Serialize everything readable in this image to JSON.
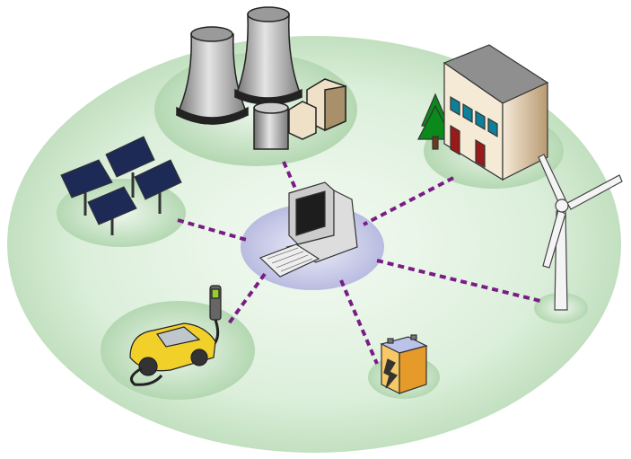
{
  "diagram": {
    "type": "smart-grid-network",
    "nodes": [
      {
        "id": "power-plant",
        "icon": "cooling-tower-icon"
      },
      {
        "id": "solar-panels",
        "icon": "solar-panel-icon"
      },
      {
        "id": "building",
        "icon": "building-icon"
      },
      {
        "id": "control-computer",
        "icon": "computer-icon"
      },
      {
        "id": "electric-car",
        "icon": "electric-car-icon"
      },
      {
        "id": "battery",
        "icon": "battery-icon"
      },
      {
        "id": "wind-turbine",
        "icon": "wind-turbine-icon"
      }
    ],
    "connections": [
      "power-plant",
      "solar-panels",
      "building",
      "electric-car",
      "battery",
      "wind-turbine"
    ],
    "colors": {
      "ground": "#c6e3c4",
      "ground_center": "#f3faf2",
      "hub": "#c9cbe8",
      "link": "#7a1c86",
      "car": "#f2d02a",
      "battery": "#f0b43a"
    }
  }
}
